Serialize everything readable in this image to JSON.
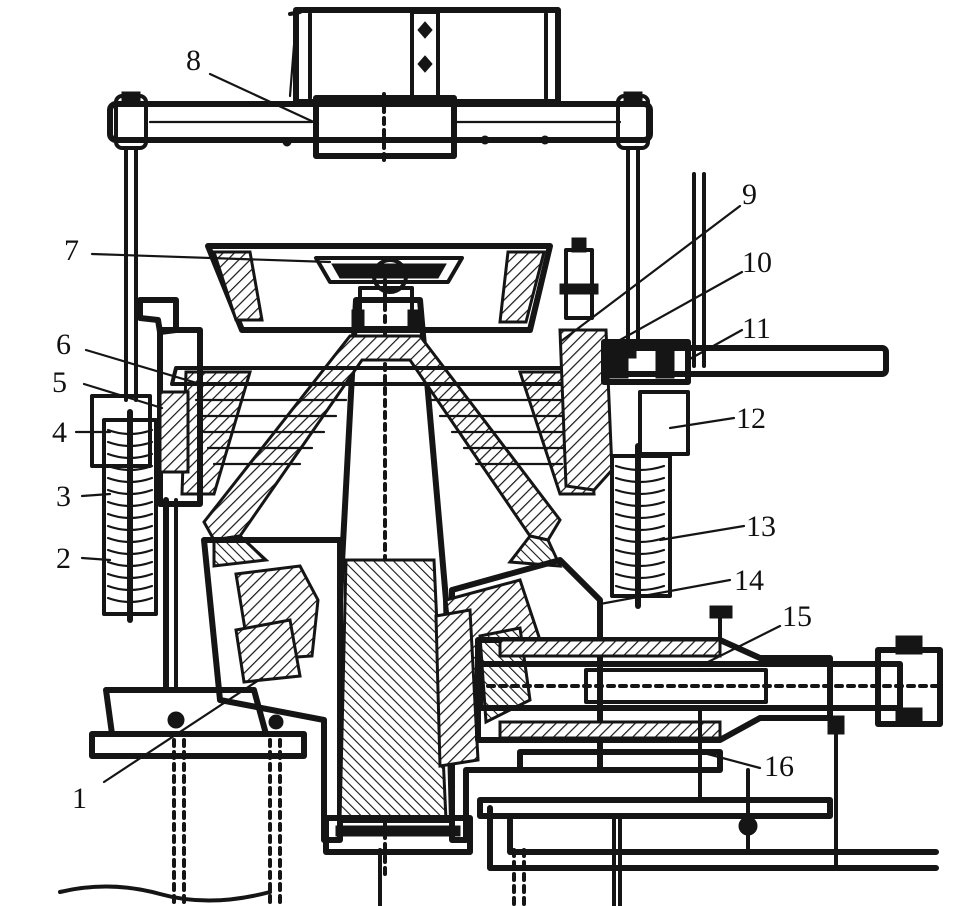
{
  "callouts": [
    {
      "id": "1",
      "label": "1"
    },
    {
      "id": "2",
      "label": "2"
    },
    {
      "id": "3",
      "label": "3"
    },
    {
      "id": "4",
      "label": "4"
    },
    {
      "id": "5",
      "label": "5"
    },
    {
      "id": "6",
      "label": "6"
    },
    {
      "id": "7",
      "label": "7"
    },
    {
      "id": "8",
      "label": "8"
    },
    {
      "id": "9",
      "label": "9"
    },
    {
      "id": "10",
      "label": "10"
    },
    {
      "id": "11",
      "label": "11"
    },
    {
      "id": "12",
      "label": "12"
    },
    {
      "id": "13",
      "label": "13"
    },
    {
      "id": "14",
      "label": "14"
    },
    {
      "id": "15",
      "label": "15"
    },
    {
      "id": "16",
      "label": "16"
    }
  ],
  "colors": {
    "ink": "#151515",
    "paper": "#ffffff"
  }
}
